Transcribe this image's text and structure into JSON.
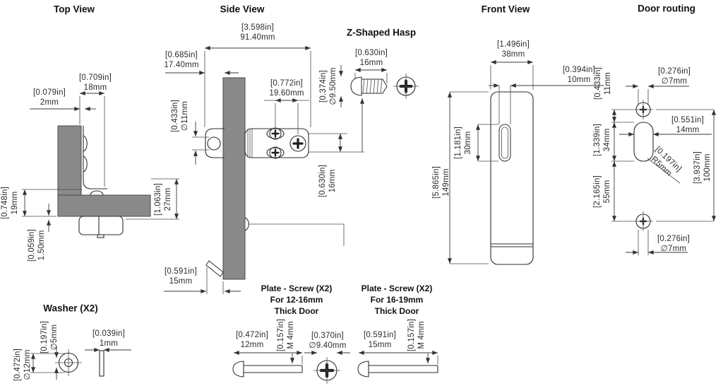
{
  "titles": {
    "top_view": "Top View",
    "side_view": "Side View",
    "z_hasp": "Z-Shaped Hasp",
    "front_view": "Front View",
    "door_routing": "Door routing",
    "washer": "Washer (X2)"
  },
  "plate_screw_short": {
    "line1": "Plate - Screw (X2)",
    "line2": "For 12-16mm",
    "line3": "Thick Door"
  },
  "plate_screw_long": {
    "line1": "Plate - Screw (X2)",
    "line2": "For 16-19mm",
    "line3": "Thick Door"
  },
  "dims": {
    "top_offset": {
      "in": "[0.079in]",
      "mm": "2mm"
    },
    "top_width": {
      "in": "[0.709in]",
      "mm": "18mm"
    },
    "top_thickness": {
      "in": "[0.748in]",
      "mm": "19mm"
    },
    "top_washer_gap": {
      "in": "[0.059in]",
      "mm": "1.50mm"
    },
    "top_depth": {
      "in": "[1.063in]",
      "mm": "27mm"
    },
    "side_length": {
      "in": "[3.598in]",
      "mm": "91.40mm"
    },
    "side_offset": {
      "in": "[0.685in]",
      "mm": "17.40mm"
    },
    "side_hole": {
      "in": "[0.433in]",
      "mm": "∅11mm"
    },
    "side_screw_spacing": {
      "in": "[0.772in]",
      "mm": "19.60mm"
    },
    "side_drop": {
      "in": "[0.630in]",
      "mm": "16mm"
    },
    "side_pin": {
      "in": "[0.591in]",
      "mm": "15mm"
    },
    "hasp_screw_len": {
      "in": "[0.630in]",
      "mm": "16mm"
    },
    "hasp_screw_head": {
      "in": "[0.374in]",
      "mm": "∅9.50mm"
    },
    "front_width": {
      "in": "[1.496in]",
      "mm": "38mm"
    },
    "front_slot_w": {
      "in": "[0.394in]",
      "mm": "10mm"
    },
    "front_slot_h": {
      "in": "[1.181in]",
      "mm": "30mm"
    },
    "front_height": {
      "in": "[5.865in]",
      "mm": "149mm"
    },
    "route_hole_top": {
      "in": "[0.276in]",
      "mm": "∅7mm"
    },
    "route_top_gap": {
      "in": "[0.433in]",
      "mm": "11mm"
    },
    "route_slot_w": {
      "in": "[0.551in]",
      "mm": "14mm"
    },
    "route_radius": {
      "in": "[0.197in]",
      "mm": "R5mm"
    },
    "route_slot_h": {
      "in": "[1.339in]",
      "mm": "34mm"
    },
    "route_bottom_gap": {
      "in": "[2.165in]",
      "mm": "55mm"
    },
    "route_height": {
      "in": "[3.937in]",
      "mm": "100mm"
    },
    "route_hole_bottom": {
      "in": "[0.276in]",
      "mm": "∅7mm"
    },
    "washer_outer": {
      "in": "[0.472in]",
      "mm": "∅12mm"
    },
    "washer_inner": {
      "in": "[0.197in]",
      "mm": "∅5mm"
    },
    "washer_thickness": {
      "in": "[0.039in]",
      "mm": "1mm"
    },
    "screw_short_len": {
      "in": "[0.472in]",
      "mm": "12mm"
    },
    "screw_short_thread": {
      "in": "[0.157in]",
      "mm": "M 4mm"
    },
    "screw_head": {
      "in": "[0.370in]",
      "mm": "∅9.40mm"
    },
    "screw_long_len": {
      "in": "[0.591in]",
      "mm": "15mm"
    },
    "screw_long_thread": {
      "in": "[0.157in]",
      "mm": "M 4mm"
    }
  },
  "colors": {
    "part_fill": "#8a8a8a",
    "line": "#333333",
    "text": "#222222"
  }
}
